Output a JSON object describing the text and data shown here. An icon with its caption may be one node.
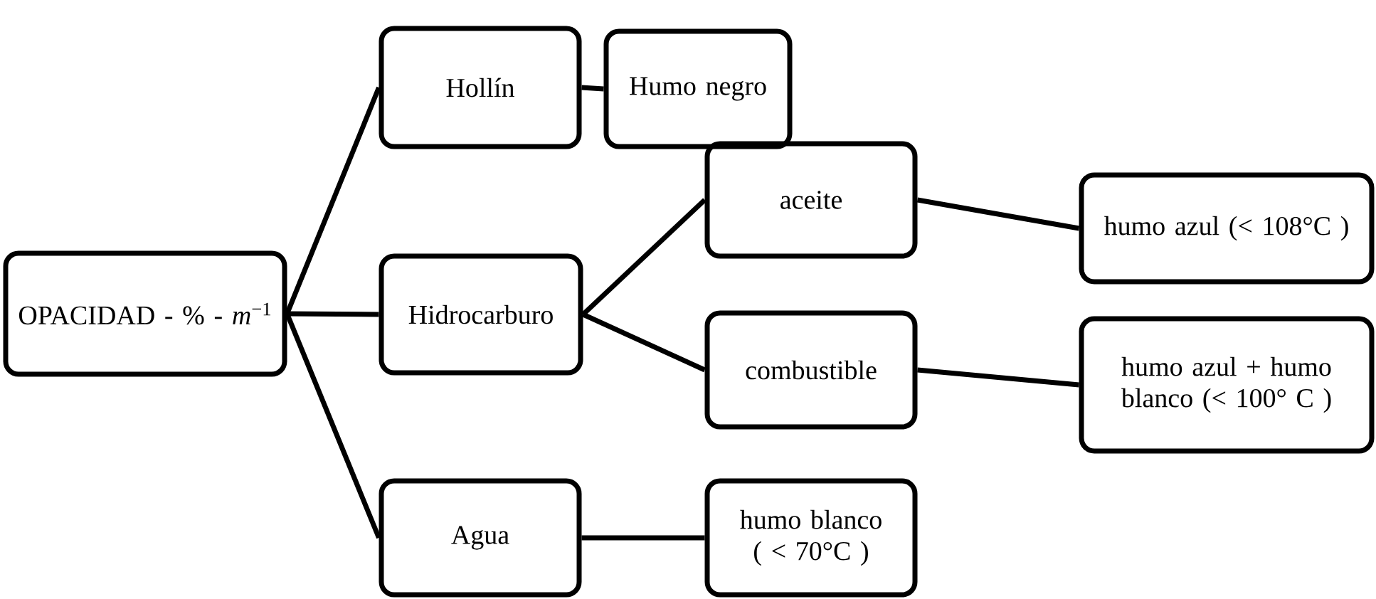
{
  "diagram": {
    "nodes": [
      {
        "text": [
          "OPACIDAD - % - *m*$^{−1}$"
        ]
      },
      {
        "text": [
          "Hollín"
        ]
      },
      {
        "text": [
          "Humo negro"
        ]
      },
      {
        "text": [
          "Hidrocarburo"
        ]
      },
      {
        "text": [
          "aceite"
        ]
      },
      {
        "text": [
          "humo azul (< 108°C )"
        ]
      },
      {
        "text": [
          "combustible"
        ]
      },
      {
        "text": [
          "humo azul + humo blanco (< 100° C )"
        ]
      },
      {
        "text": [
          "Agua"
        ]
      },
      {
        "text": [
          "humo blanco ( < 70°C )"
        ]
      }
    ],
    "edges": [
      {
        "from": 0,
        "to": 1,
        "arrow": "none"
      },
      {
        "from": 0,
        "to": 3,
        "arrow": "none"
      },
      {
        "from": 0,
        "to": 8,
        "arrow": "none"
      },
      {
        "from": 1,
        "to": 2,
        "arrow": "none"
      },
      {
        "from": 3,
        "to": 4,
        "arrow": "none"
      },
      {
        "from": 3,
        "to": 6,
        "arrow": "none"
      },
      {
        "from": 4,
        "to": 5,
        "arrow": "none"
      },
      {
        "from": 6,
        "to": 7,
        "arrow": "none"
      },
      {
        "from": 8,
        "to": 9,
        "arrow": "none"
      }
    ]
  }
}
